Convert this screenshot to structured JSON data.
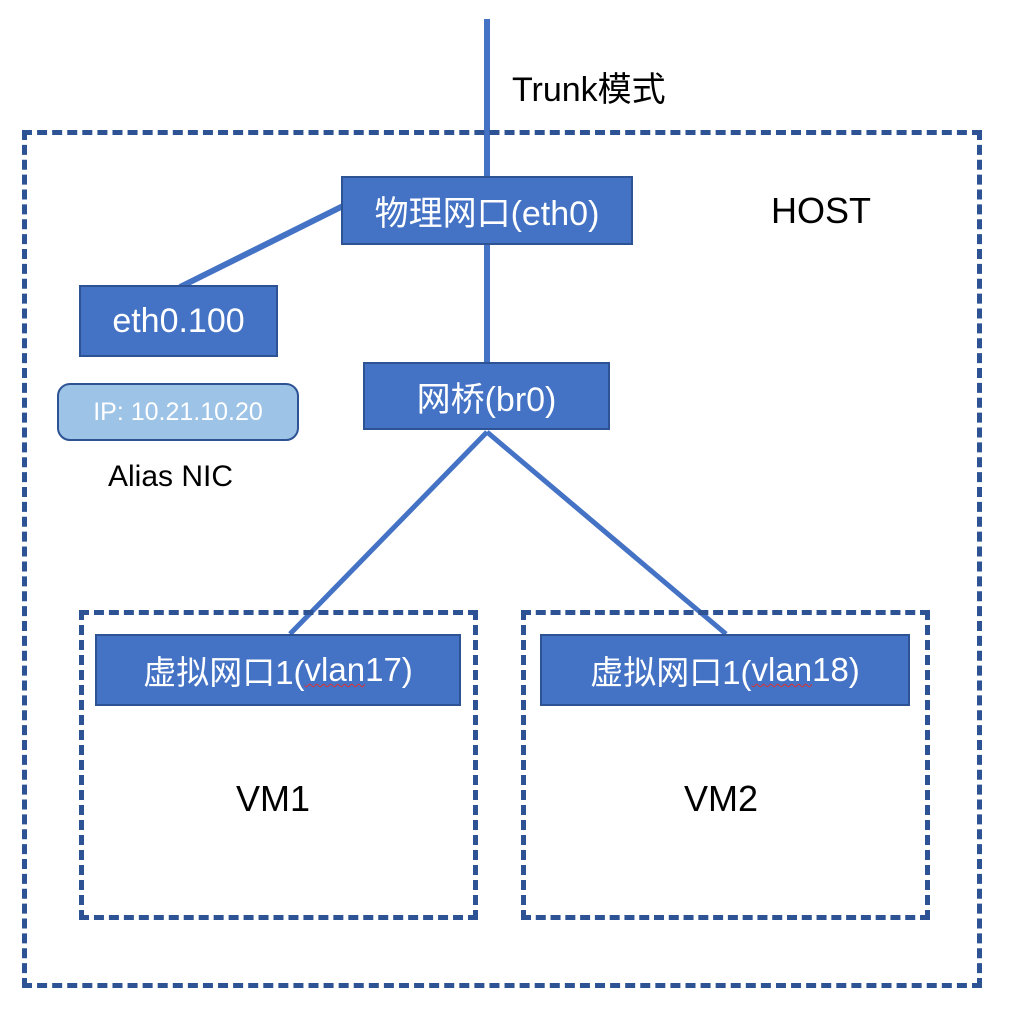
{
  "diagram": {
    "title": "Linux bridge VLAN network topology",
    "colors": {
      "node_fill": "#4472C4",
      "node_border": "#2E5394",
      "pill_fill": "#9DC3E6",
      "dashed_border": "#2E5394",
      "wire": "#4472C4",
      "label_text": "#000000",
      "node_text": "#FFFFFF",
      "spellcheck_underline": "#E03030"
    }
  },
  "uplink": {
    "trunk_label": "Trunk模式"
  },
  "host": {
    "label": "HOST",
    "nodes": {
      "physical_nic": "物理网口(eth0)",
      "vlan_subinterface": "eth0.100",
      "bridge": "网桥(br0)"
    },
    "alias": {
      "ip_label": "IP: 10.21.10.20",
      "caption": "Alias NIC"
    }
  },
  "vms": [
    {
      "name": "VM1",
      "nic_prefix": "虚拟网口1(",
      "nic_vlan_word": "vlan",
      "nic_suffix": " 17)"
    },
    {
      "name": "VM2",
      "nic_prefix": "虚拟网口1(",
      "nic_vlan_word": "vlan",
      "nic_suffix": " 18)"
    }
  ]
}
